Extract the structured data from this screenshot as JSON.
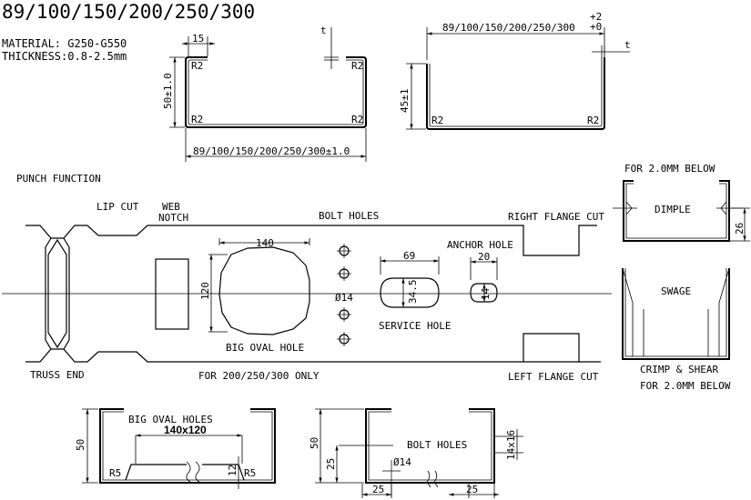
{
  "title": "89/100/150/200/250/300",
  "material": "MATERIAL: G250-G550",
  "thickness": "THICKNESS:0.8-2.5mm",
  "section_c": {
    "dim_lip": "15",
    "dim_t": "t",
    "radius": "R2",
    "dim_height": "50±1.0",
    "dim_width": "89/100/150/200/250/300±1.0"
  },
  "section_u": {
    "dim_width": "89/100/150/200/250/300",
    "tol_plus": "+2",
    "tol_zero": "+0",
    "dim_t": "t",
    "radius": "R2",
    "dim_height": "45±1"
  },
  "punch": {
    "title": "PUNCH FUNCTION",
    "lip_cut": "LIP CUT",
    "web_notch_1": "WEB",
    "web_notch_2": "NOTCH",
    "bolt_holes": "BOLT HOLES",
    "right_flange_cut": "RIGHT FLANGE CUT",
    "left_flange_cut": "LEFT FLANGE CUT",
    "truss_end": "TRUSS END",
    "big_oval_hole": "BIG OVAL HOLE",
    "service_hole": "SERVICE HOLE",
    "anchor_hole": "ANCHOR HOLE",
    "for_only": "FOR 200/250/300 ONLY",
    "dim_140": "140",
    "dim_120": "120",
    "dim_69": "69",
    "dim_345": "34.5",
    "dim_20": "20",
    "dim_14": "14",
    "dim_phi14": "Ø14"
  },
  "dimple": {
    "top_note": "FOR 2.0MM BELOW",
    "label": "DIMPLE",
    "dim": "26"
  },
  "swage": {
    "label": "SWAGE",
    "note_1": "CRIMP & SHEAR",
    "note_2": "FOR 2.0MM BELOW"
  },
  "detail_oval": {
    "label": "BIG OVAL HOLES",
    "dim_size": "140x120",
    "dim_50": "50",
    "dim_12": "12",
    "r5_left": "R5",
    "r5_right": "R5"
  },
  "detail_bolt": {
    "label": "BOLT HOLES",
    "dim_50": "50",
    "dim_25v": "25",
    "dim_phi14": "Ø14",
    "dim_14x16": "14x16",
    "dim_25a": "25",
    "dim_25b": "25"
  }
}
